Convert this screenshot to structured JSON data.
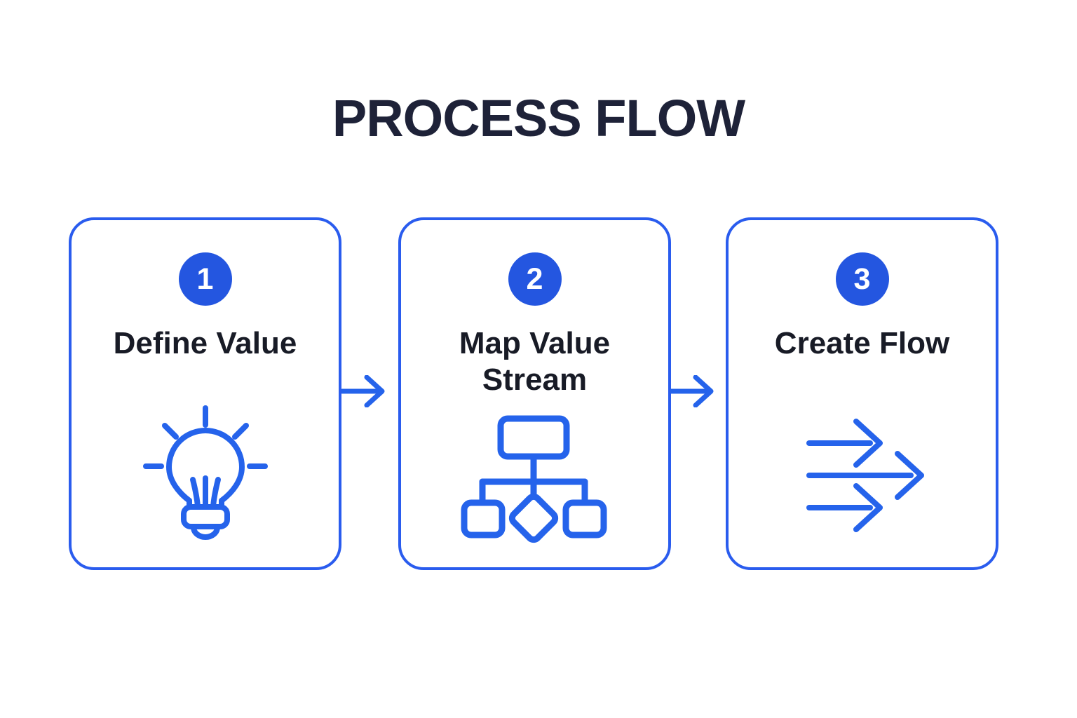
{
  "title": "PROCESS FLOW",
  "colors": {
    "accent": "#2563eb",
    "badge_fill": "#2456e0",
    "card_border": "#2a5cee",
    "title_text": "#1e2238",
    "label_text": "#181b26",
    "background": "#ffffff",
    "card_bg": "#ffffff"
  },
  "cards": [
    {
      "number": "1",
      "label": "Define Value",
      "icon": "lightbulb-icon"
    },
    {
      "number": "2",
      "label": "Map Value Stream",
      "icon": "flowchart-icon"
    },
    {
      "number": "3",
      "label": "Create Flow",
      "icon": "triple-arrows-icon"
    }
  ],
  "connectors": [
    {
      "icon": "arrow-right-icon"
    },
    {
      "icon": "arrow-right-icon"
    }
  ]
}
